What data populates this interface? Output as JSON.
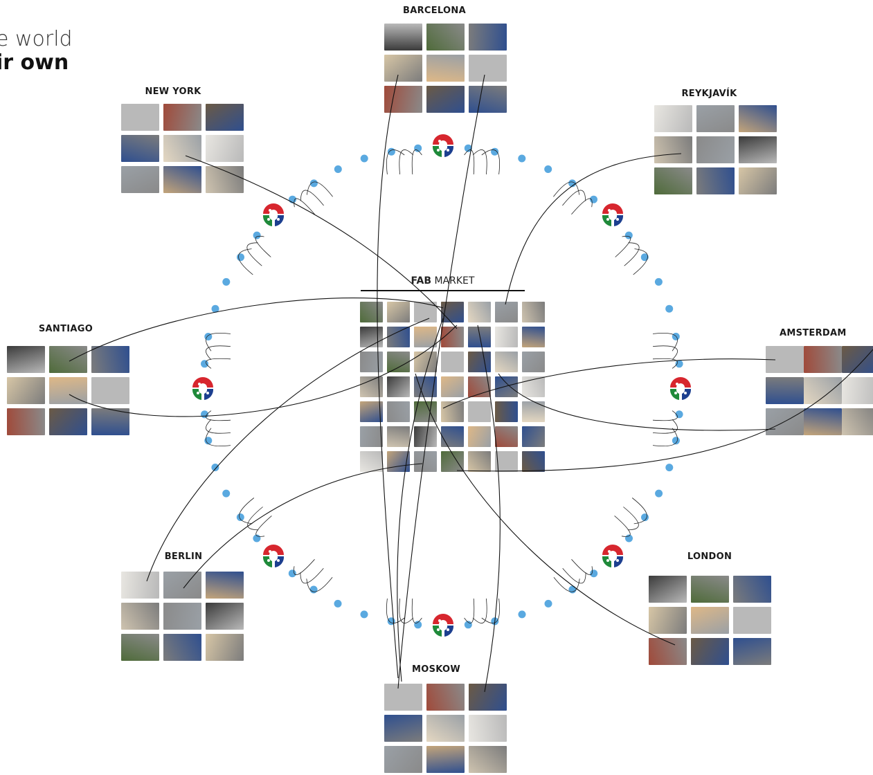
{
  "intro": {
    "line1": "e world",
    "line2": "ir own"
  },
  "market": {
    "title_bold": "FAB",
    "title_rest": " MARKET"
  },
  "cities": [
    {
      "id": "barcelona",
      "label": "BARCELONA"
    },
    {
      "id": "new-york",
      "label": "NEW YORK"
    },
    {
      "id": "reykjavik",
      "label": "REYKJAVÍK"
    },
    {
      "id": "santiago",
      "label": "SANTIAGO"
    },
    {
      "id": "amsterdam",
      "label": "AMSTERDAM"
    },
    {
      "id": "berlin",
      "label": "BERLIN"
    },
    {
      "id": "london",
      "label": "LONDON"
    },
    {
      "id": "moskow",
      "label": "MOSKOW"
    }
  ],
  "colors": {
    "node": "#5aa9e0",
    "line": "#111111",
    "logo_red": "#d7262e",
    "logo_green": "#1f8a3a",
    "logo_blue": "#1c3f8f"
  },
  "icons": {
    "fablab_logo": "fablab-logo-icon"
  }
}
